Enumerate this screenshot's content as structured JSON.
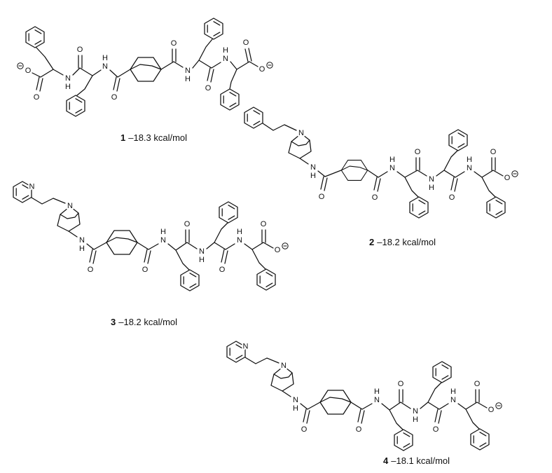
{
  "figure": {
    "background": "#ffffff",
    "line_color": "#111111"
  },
  "atoms": {
    "O": "O",
    "N": "N",
    "H": "H"
  },
  "molecules": [
    {
      "number": "1",
      "energy": "–18.3 kcal/mol"
    },
    {
      "number": "2",
      "energy": "–18.2 kcal/mol"
    },
    {
      "number": "3",
      "energy": "–18.2 kcal/mol"
    },
    {
      "number": "4",
      "energy": "–18.1 kcal/mol"
    }
  ]
}
